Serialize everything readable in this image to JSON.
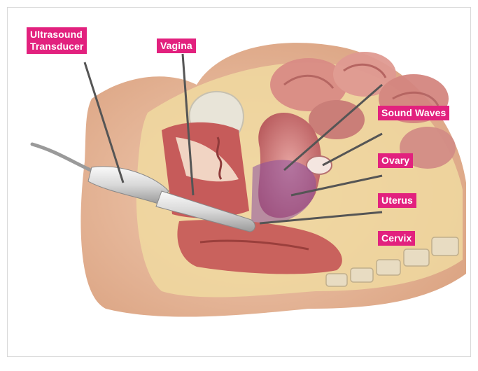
{
  "labels": {
    "transducer": "Ultrasound\nTransducer",
    "vagina": "Vagina",
    "sound_waves": "Sound Waves",
    "ovary": "Ovary",
    "uterus": "Uterus",
    "cervix": "Cervix"
  },
  "colors": {
    "label_bg": "#e2217e",
    "label_text": "#ffffff",
    "skin": "#e9bfa4",
    "tissue": "#c96b6b",
    "sound_waves": "#8a4f9e",
    "leader_line": "#555555"
  }
}
